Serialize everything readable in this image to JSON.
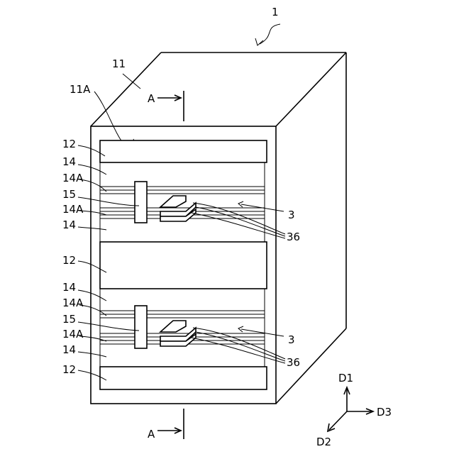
{
  "figure_label": "1",
  "labels": {
    "body": "11",
    "surface": "11A",
    "section_mark": "A",
    "plate": "12",
    "layer": "14",
    "layer_interface": "14A",
    "connector": "15",
    "element": "3",
    "lead": "36"
  },
  "axes": {
    "up": "D1",
    "front": "D2",
    "right": "D3"
  }
}
